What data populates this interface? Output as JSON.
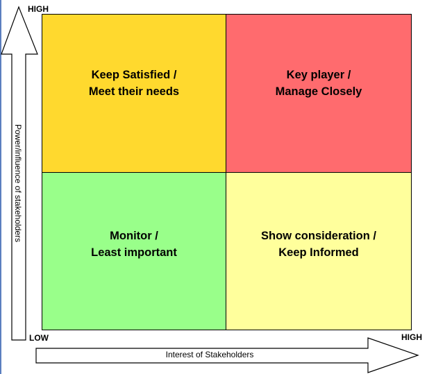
{
  "quadrants": {
    "top_left": {
      "line1": "Keep Satisfied /",
      "line2": "Meet their needs",
      "color": "#ffd92e"
    },
    "top_right": {
      "line1": "Key player /",
      "line2": "Manage Closely",
      "color": "#ff6b6e"
    },
    "bottom_left": {
      "line1": "Monitor /",
      "line2": "Least important",
      "color": "#99ff8a"
    },
    "bottom_right": {
      "line1": "Show consideration /",
      "line2": "Keep Informed",
      "color": "#ffff9c"
    }
  },
  "y_axis": {
    "title": "Power/influence of stakeholders",
    "high_label": "HIGH",
    "low_label": "LOW"
  },
  "x_axis": {
    "title": "Interest of Stakeholders",
    "high_label": "HIGH"
  }
}
